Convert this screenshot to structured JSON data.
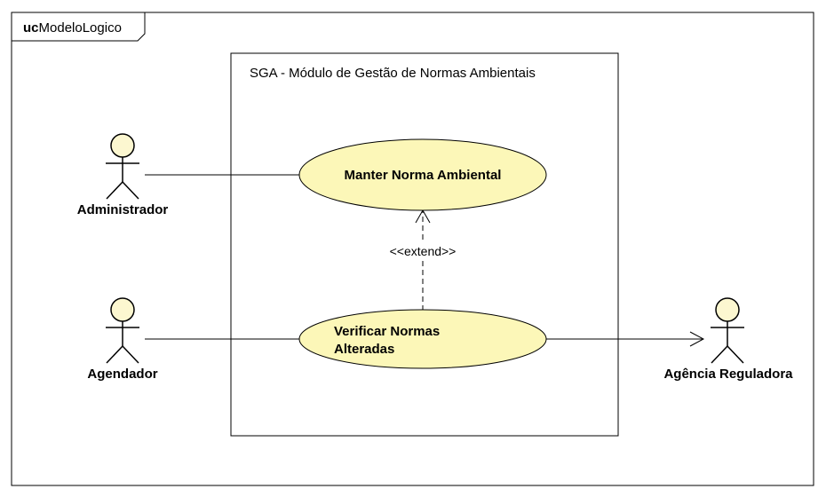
{
  "frame": {
    "keyword": "uc",
    "name": "ModeloLogico"
  },
  "system": {
    "title": "SGA - Módulo de Gestão de Normas Ambientais"
  },
  "use_cases": {
    "manter": {
      "label": "Manter Norma Ambiental"
    },
    "verificar": {
      "line1": "Verificar Normas",
      "line2": "Alteradas"
    }
  },
  "actors": {
    "administrador": "Administrador",
    "agendador": "Agendador",
    "agencia": "Agência Reguladora"
  },
  "relations": {
    "extend": "<<extend>>"
  },
  "colors": {
    "actor_fill": "#FCF7D0",
    "usecase_fill": "#FCF7B8",
    "stroke": "#000000"
  }
}
